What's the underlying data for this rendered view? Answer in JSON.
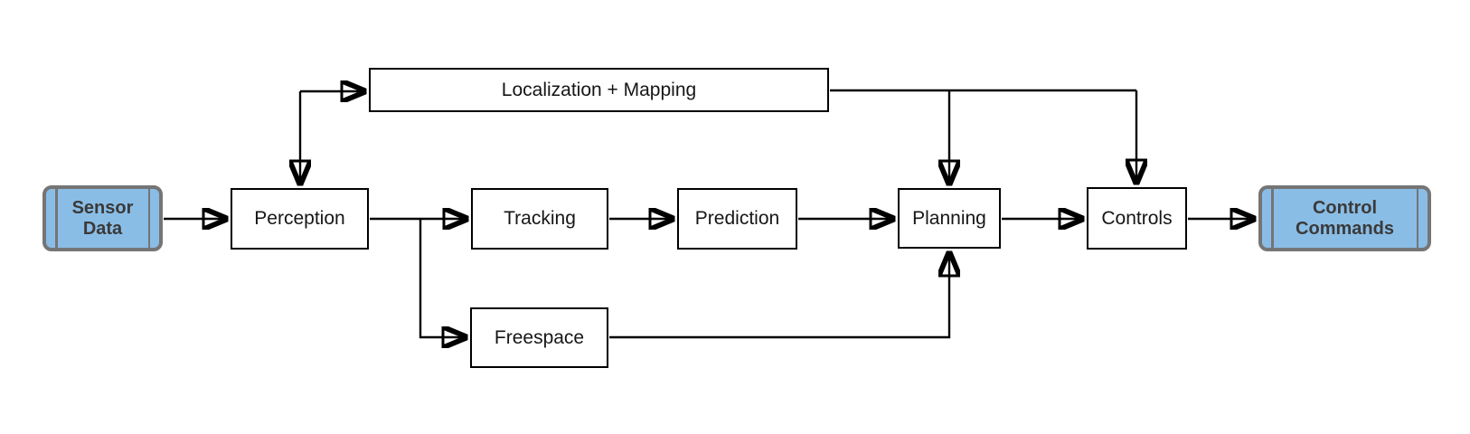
{
  "nodes": {
    "sensor_data": {
      "label": "Sensor Data",
      "shape": "terminator"
    },
    "perception": {
      "label": "Perception",
      "shape": "process"
    },
    "localization_mapping": {
      "label": "Localization + Mapping",
      "shape": "process"
    },
    "tracking": {
      "label": "Tracking",
      "shape": "process"
    },
    "prediction": {
      "label": "Prediction",
      "shape": "process"
    },
    "planning": {
      "label": "Planning",
      "shape": "process"
    },
    "controls": {
      "label": "Controls",
      "shape": "process"
    },
    "freespace": {
      "label": "Freespace",
      "shape": "process"
    },
    "control_commands": {
      "label": "Control Commands",
      "shape": "terminator"
    }
  },
  "edges": [
    {
      "from": "Sensor Data",
      "to": "Perception"
    },
    {
      "from": "Perception",
      "to": "Localization + Mapping"
    },
    {
      "from": "Localization + Mapping",
      "to": "Perception"
    },
    {
      "from": "Perception",
      "to": "Tracking"
    },
    {
      "from": "Perception",
      "to": "Freespace"
    },
    {
      "from": "Tracking",
      "to": "Prediction"
    },
    {
      "from": "Prediction",
      "to": "Planning"
    },
    {
      "from": "Localization + Mapping",
      "to": "Planning"
    },
    {
      "from": "Localization + Mapping",
      "to": "Controls"
    },
    {
      "from": "Freespace",
      "to": "Planning"
    },
    {
      "from": "Planning",
      "to": "Controls"
    },
    {
      "from": "Controls",
      "to": "Control Commands"
    }
  ],
  "colors": {
    "terminal_fill": "#8ABDE6",
    "terminal_border": "#757575",
    "terminal_text": "#3A3A3A",
    "process_fill": "#FFFFFF",
    "process_border": "#000000",
    "connector": "#000000"
  }
}
